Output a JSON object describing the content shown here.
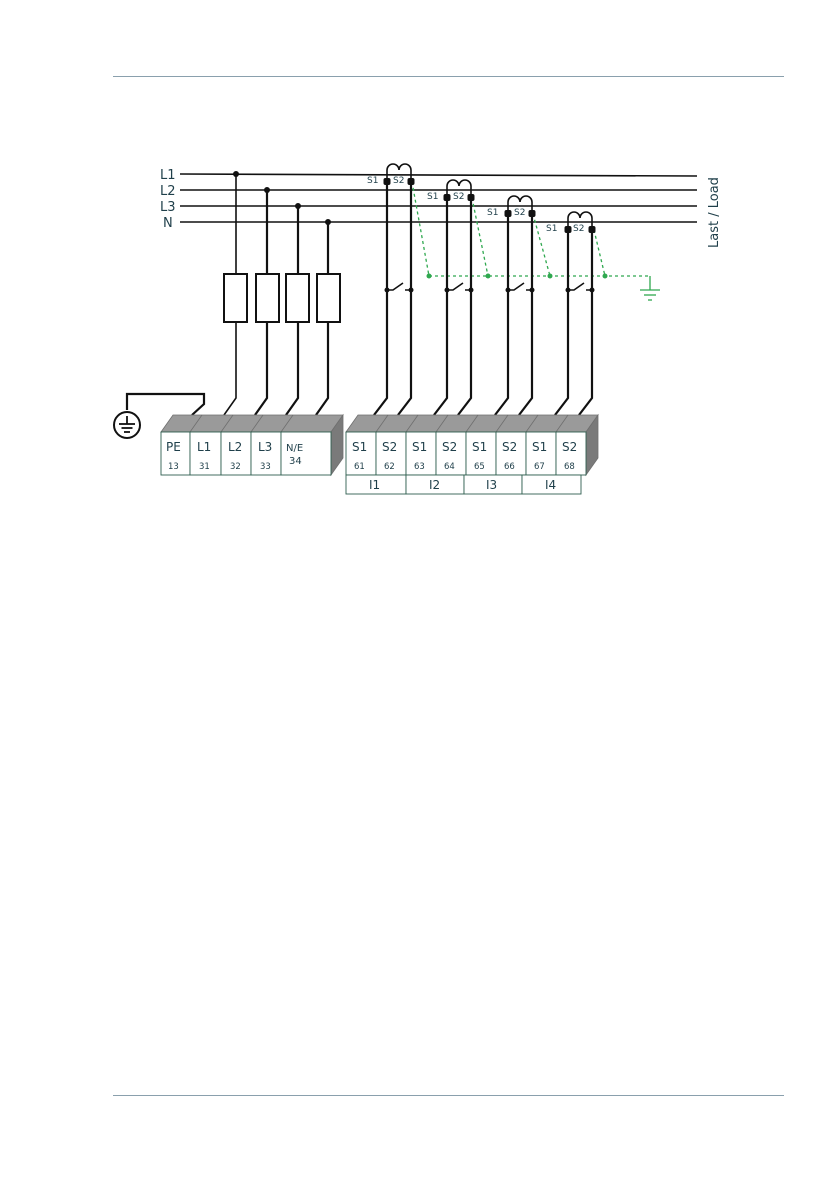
{
  "lines": [
    "L1",
    "L2",
    "L3",
    "N"
  ],
  "load_label": "Last / Load",
  "ct_terminals": [
    "S1",
    "S2"
  ],
  "voltage_terminals": [
    {
      "label": "PE",
      "number": "13"
    },
    {
      "label": "L1",
      "number": "31"
    },
    {
      "label": "L2",
      "number": "32"
    },
    {
      "label": "L3",
      "number": "33"
    },
    {
      "label": "N/E",
      "number": "34"
    }
  ],
  "current_terminals": [
    {
      "label": "S1",
      "number": "61"
    },
    {
      "label": "S2",
      "number": "62"
    },
    {
      "label": "S1",
      "number": "63"
    },
    {
      "label": "S2",
      "number": "64"
    },
    {
      "label": "S1",
      "number": "65"
    },
    {
      "label": "S2",
      "number": "66"
    },
    {
      "label": "S1",
      "number": "67"
    },
    {
      "label": "S2",
      "number": "68"
    }
  ],
  "current_groups": [
    "I1",
    "I2",
    "I3",
    "I4"
  ],
  "colors": {
    "wire": "#111111",
    "ground_link": "#2fa84f",
    "text": "#1f3f4a",
    "rule": "#8aa0ad"
  },
  "icons": [
    "protective-earth-icon",
    "ground-icon",
    "fuse-icon",
    "current-transformer-icon",
    "switch-icon"
  ]
}
